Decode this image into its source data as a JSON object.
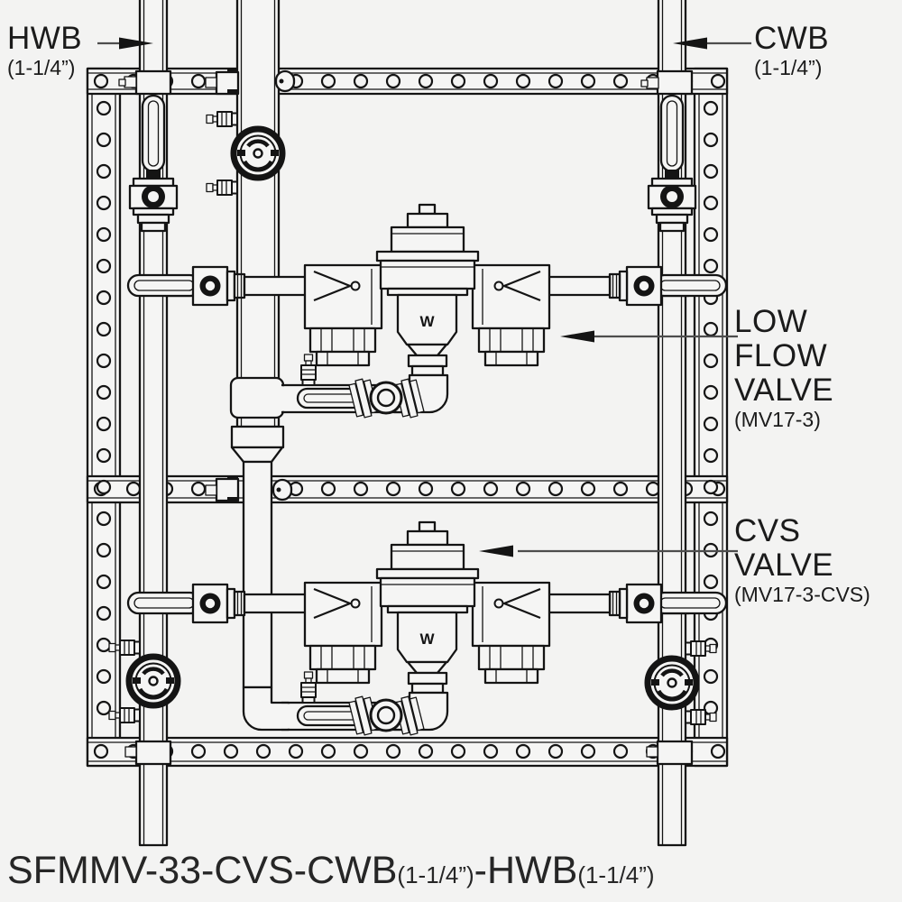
{
  "labels": {
    "hwb": {
      "name": "HWB",
      "size": "(1-1/4”)"
    },
    "cwb": {
      "name": "CWB",
      "size": "(1-1/4”)"
    },
    "low_flow_valve": {
      "line1": "LOW",
      "line2": "FLOW",
      "line3": "VALVE",
      "model": "(MV17-3)"
    },
    "cvs_valve": {
      "line1": "CVS",
      "line2": "VALVE",
      "model": "(MV17-3-CVS)"
    }
  },
  "valve_logo_mark": "W",
  "footer": {
    "part1": "SFMMV-33-CVS-CWB",
    "part1_size": "(1-1/4”)",
    "part2": "-HWB",
    "part2_size": "(1-1/4”)"
  },
  "colors": {
    "background": "#f3f3f2",
    "line": "#141414",
    "arrow": "#4d4d4d"
  }
}
